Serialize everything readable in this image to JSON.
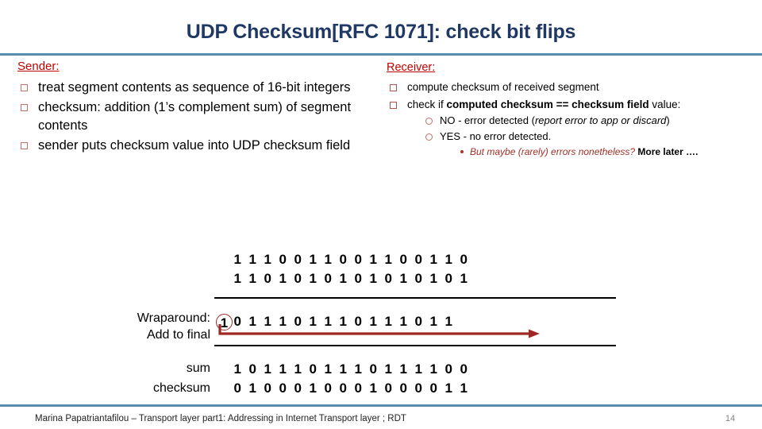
{
  "slide": {
    "title": "UDP Checksum[RFC 1071]: check bit flips",
    "accent_color": "#5B8BAF",
    "title_color": "#1F3864",
    "heading_color": "#C00000"
  },
  "sender": {
    "heading": "Sender:",
    "bullets": [
      "treat segment contents as sequence of 16-bit integers",
      "checksum: addition (1’s complement sum) of segment contents",
      "sender puts checksum value into UDP checksum field"
    ]
  },
  "receiver": {
    "heading": "Receiver:",
    "bullet1": "compute checksum of received segment",
    "bullet2_prefix": "check if ",
    "bullet2_bold": "computed checksum == checksum field",
    "bullet2_suffix": " value:",
    "sub1_prefix": "NO - error detected (",
    "sub1_italic": "report error to app or discard",
    "sub1_suffix": ")",
    "sub2": "YES - no error detected.",
    "sub3_red": "But maybe (rarely)  errors nonetheless?",
    "sub3_black": " More later …."
  },
  "calc": {
    "labels": {
      "wraparound_line1": "Wraparound:",
      "wraparound_line2": "Add to final",
      "sum": "sum",
      "checksum": "checksum"
    },
    "carry_bit": "1",
    "carry_circle_color": "#A02822",
    "arrow_color": "#A02822",
    "rows": {
      "operand_a": "1110011001100110",
      "operand_b": "1101010101010101",
      "wraparound": "1011101110111011",
      "sum": "1011101110111100",
      "checksum": "0100010001000011"
    }
  },
  "footer": {
    "text": "Marina Papatriantafilou –  Transport layer part1: Addressing in Internet Transport layer ; RDT",
    "page_number": "14"
  }
}
